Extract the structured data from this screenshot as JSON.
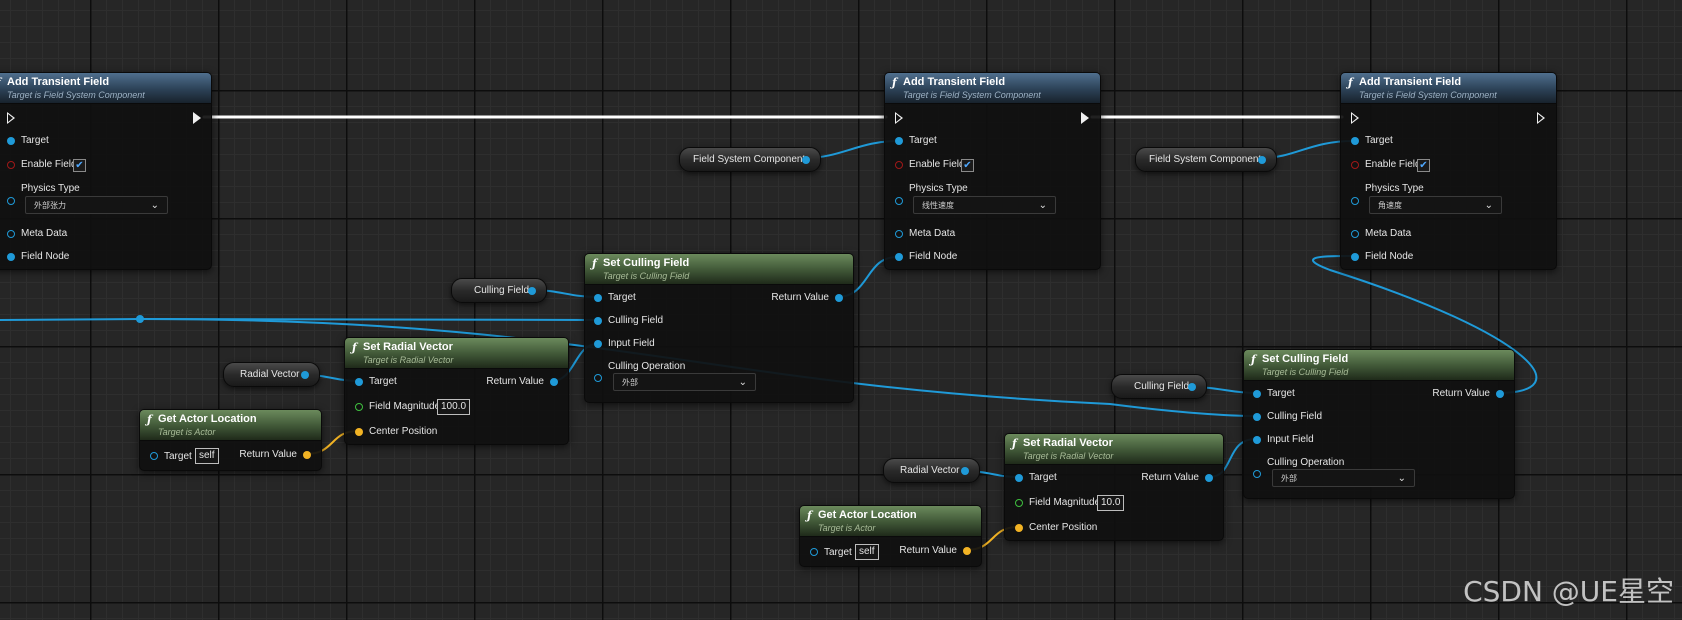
{
  "accent_colors": {
    "object_pin": "#1f9ad8",
    "exec_wire": "#ffffff",
    "vector_pin": "#f2b324",
    "bool_pin": "#a01818",
    "float_pin": "#3fc03f"
  },
  "icons": {
    "function": "function-icon",
    "exec": "exec-pin-icon",
    "check": "checkbox-checked-icon",
    "dropdown": "chevron-down-icon"
  },
  "atf1": {
    "title": "Add Transient Field",
    "subtitle": "Target is Field System Component",
    "target": "Target",
    "enable": "Enable Field",
    "physics": "Physics Type",
    "physics_value": "外部张力",
    "meta": "Meta Data",
    "fieldnode": "Field Node"
  },
  "atf2": {
    "title": "Add Transient Field",
    "subtitle": "Target is Field System Component",
    "target": "Target",
    "enable": "Enable Field",
    "physics": "Physics Type",
    "physics_value": "线性速度",
    "meta": "Meta Data",
    "fieldnode": "Field Node"
  },
  "atf3": {
    "title": "Add Transient Field",
    "subtitle": "Target is Field System Component",
    "target": "Target",
    "enable": "Enable Field",
    "physics": "Physics Type",
    "physics_value": "角速度",
    "meta": "Meta Data",
    "fieldnode": "Field Node"
  },
  "scf1": {
    "title": "Set Culling Field",
    "subtitle": "Target is Culling Field",
    "target": "Target",
    "return": "Return Value",
    "culling": "Culling Field",
    "input": "Input Field",
    "op": "Culling Operation",
    "op_value": "外部"
  },
  "scf2": {
    "title": "Set Culling Field",
    "subtitle": "Target is Culling Field",
    "target": "Target",
    "return": "Return Value",
    "culling": "Culling Field",
    "input": "Input Field",
    "op": "Culling Operation",
    "op_value": "外部"
  },
  "srv1": {
    "title": "Set Radial Vector",
    "subtitle": "Target is Radial Vector",
    "target": "Target",
    "return": "Return Value",
    "mag": "Field Magnitude",
    "mag_value": "100.0",
    "center": "Center Position"
  },
  "srv2": {
    "title": "Set Radial Vector",
    "subtitle": "Target is Radial Vector",
    "target": "Target",
    "return": "Return Value",
    "mag": "Field Magnitude",
    "mag_value": "10.0",
    "center": "Center Position"
  },
  "gal1": {
    "title": "Get Actor Location",
    "subtitle": "Target is Actor",
    "target": "Target",
    "self": "self",
    "return": "Return Value"
  },
  "gal2": {
    "title": "Get Actor Location",
    "subtitle": "Target is Actor",
    "target": "Target",
    "self": "self",
    "return": "Return Value"
  },
  "vars": {
    "fsc1": "Field System Component",
    "fsc2": "Field System Component",
    "cf1": "Culling Field",
    "cf2": "Culling Field",
    "rv1": "Radial Vector",
    "rv2": "Radial Vector"
  },
  "watermark": "CSDN @UE星空"
}
